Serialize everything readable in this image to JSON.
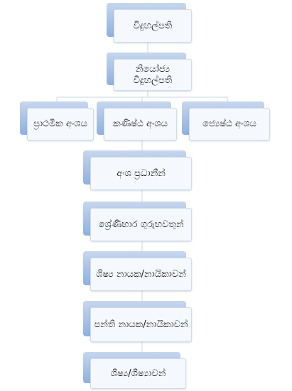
{
  "diagram": {
    "nodes": {
      "electricity_board": {
        "label": "විදුහල්පති"
      },
      "deputy_principal": {
        "label": "නියෝජ්‍ය විදුහල්පති"
      },
      "primary_section": {
        "label": "ප්‍රාථමික අංශය"
      },
      "junior_section": {
        "label": "කණිෂ්ඨ අංශය"
      },
      "senior_section": {
        "label": "ජ්‍යෙෂ්ඨ අංශය"
      },
      "section_heads": {
        "label": "අංශ ප්‍රධානීන්"
      },
      "class_teachers": {
        "label": "ශ්‍රේණිභාර ගුරුභවතුන්"
      },
      "student_leaders": {
        "label": "ශිෂ්‍ය නායක/නායිකාවන්"
      },
      "class_leaders": {
        "label": "පන්ති නායක/නායිකාවන්"
      },
      "students": {
        "label": "ශිෂ්‍ය/ශිෂ්‍යාවන්"
      }
    },
    "colors": {
      "connector": "#c9d4e2",
      "shadow_top": "#c6d6ee",
      "shadow_bottom": "#8fb0de",
      "card_fill": "#f5f8fc",
      "card_border": "#cfdcee"
    }
  }
}
